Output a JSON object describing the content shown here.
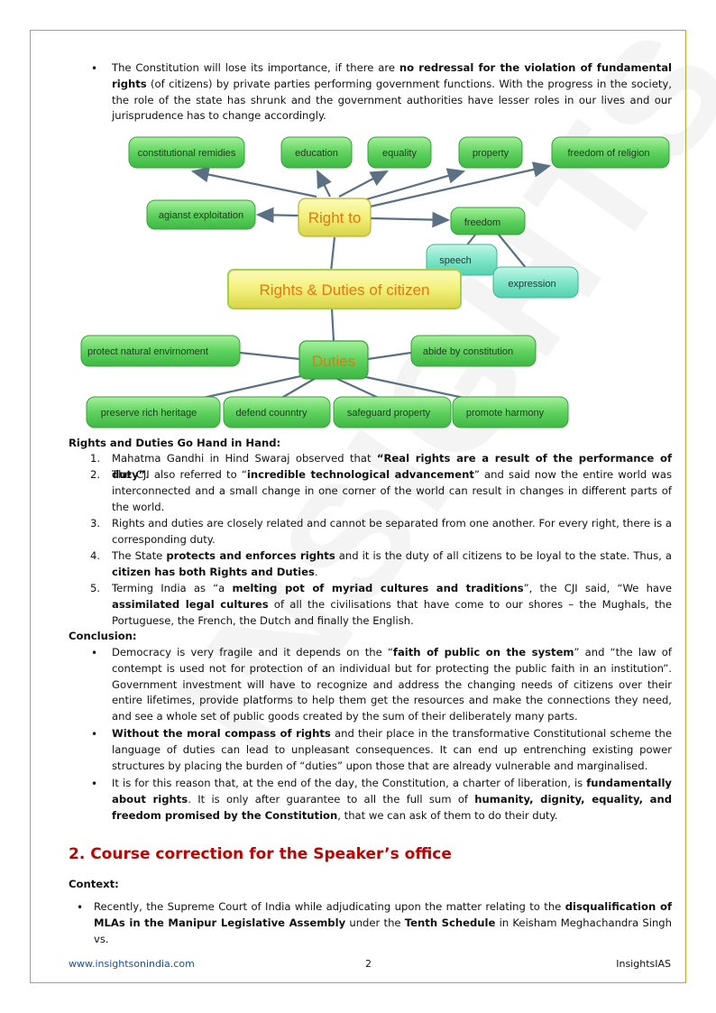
{
  "bullet_char": "•",
  "intro": {
    "t1": "The Constitution will lose its importance, if there are ",
    "b1": "no redressal for the violation of fundamental rights",
    "t2": " (of citizens) by private parties performing government functions. With the progress in the society, the role of the state has shrunk and the government authorities have lesser roles in our lives and our jurisprudence has to change accordingly."
  },
  "diagram": {
    "center": "Rights & Duties of citizen",
    "rights_hub": "Right to",
    "duties_hub": "Duties",
    "rights": {
      "constitutional": "constitutional remidies",
      "education": "education",
      "equality": "equality",
      "property": "property",
      "religion": "freedom of religion",
      "exploitation": "agianst exploitation",
      "freedom": "freedom",
      "speech": "speech",
      "expression": "expression"
    },
    "duties": {
      "environment": "protect natural envirnoment",
      "constitution": "abide by constitution",
      "heritage": "preserve rich heritage",
      "country": "defend counntry",
      "property": "safeguard property",
      "harmony": "promote harmony"
    },
    "colors": {
      "green": "#5fd35f",
      "teal": "#7fe6c9",
      "yellow": "#f3f07a",
      "orange_text": "#e3780f",
      "arrow": "#5b7083"
    }
  },
  "rights_duties": {
    "heading": "Rights and Duties Go Hand in Hand:",
    "i1": {
      "n": "1.",
      "t1": "Mahatma Gandhi in Hind Swaraj observed that ",
      "b1": "“Real rights are a result of the performance of duty”",
      "t2": "."
    },
    "i2": {
      "n": "2.",
      "t1": "The CJI also referred to “",
      "b1": "incredible technological advancement",
      "t2": "” and said now the entire world was interconnected and a small change in one corner of the world can result in changes in different parts of the world."
    },
    "i3": {
      "n": "3.",
      "t1": "Rights and duties are closely related and cannot be separated from one another. For every right, there is a corresponding duty."
    },
    "i4": {
      "n": "4.",
      "t1": "The State ",
      "b1": "protects and enforces rights",
      "t2": " and it is the duty of all citizens to be loyal to the state. Thus, a ",
      "b2": "citizen has both Rights and Duties",
      "t3": "."
    },
    "i5": {
      "n": "5.",
      "t1": "Terming India as “a ",
      "b1": "melting pot of myriad cultures and traditions",
      "t2": "”, the CJI said, “We have ",
      "b2": "assimilated legal cultures",
      "t3": " of all the civilisations that have come to our shores – the Mughals, the Portuguese, the French, the Dutch and finally the English."
    }
  },
  "conclusion": {
    "heading": "Conclusion:",
    "c1": {
      "t1": "Democracy is very fragile and it depends on the “",
      "b1": "faith of public on the system",
      "t2": "” and “the law of contempt is used not for protection of an individual but for protecting the public faith in an institution”. Government investment will have to recognize and address the changing needs of citizens over their entire lifetimes, provide platforms to help them get the resources and make the connections they need, and see a whole set of public goods created by the sum of their deliberately many parts."
    },
    "c2": {
      "b1": "Without the moral compass of rights",
      "t1": " and their place in the transformative Constitutional scheme the language of duties can lead to unpleasant consequences. It can end up entrenching existing power structures by placing the burden of “duties” upon those that are already vulnerable and marginalised."
    },
    "c3": {
      "t1": "It is for this reason that, at the end of the day, the Constitution, a charter of liberation, is ",
      "b1": "fundamentally about rights",
      "t2": ". It is only after guarantee to all the full sum of ",
      "b2": "humanity, dignity, equality, and freedom promised by the Constitution",
      "t3": ", that we can ask of them to do their duty."
    }
  },
  "section2": {
    "title": "2. Course correction for the Speaker’s office",
    "context_heading": "Context:",
    "p1": {
      "t1": "Recently, the Supreme Court of India while adjudicating upon the matter relating to the ",
      "b1": "disqualification of MLAs in the Manipur Legislative Assembly",
      "t2": " under the ",
      "b2": "Tenth Schedule",
      "t3": " in Keisham Meghachandra Singh vs."
    }
  },
  "footer": {
    "link": "www.insightsonindia.com",
    "page": "2",
    "brand": "InsightsIAS"
  }
}
